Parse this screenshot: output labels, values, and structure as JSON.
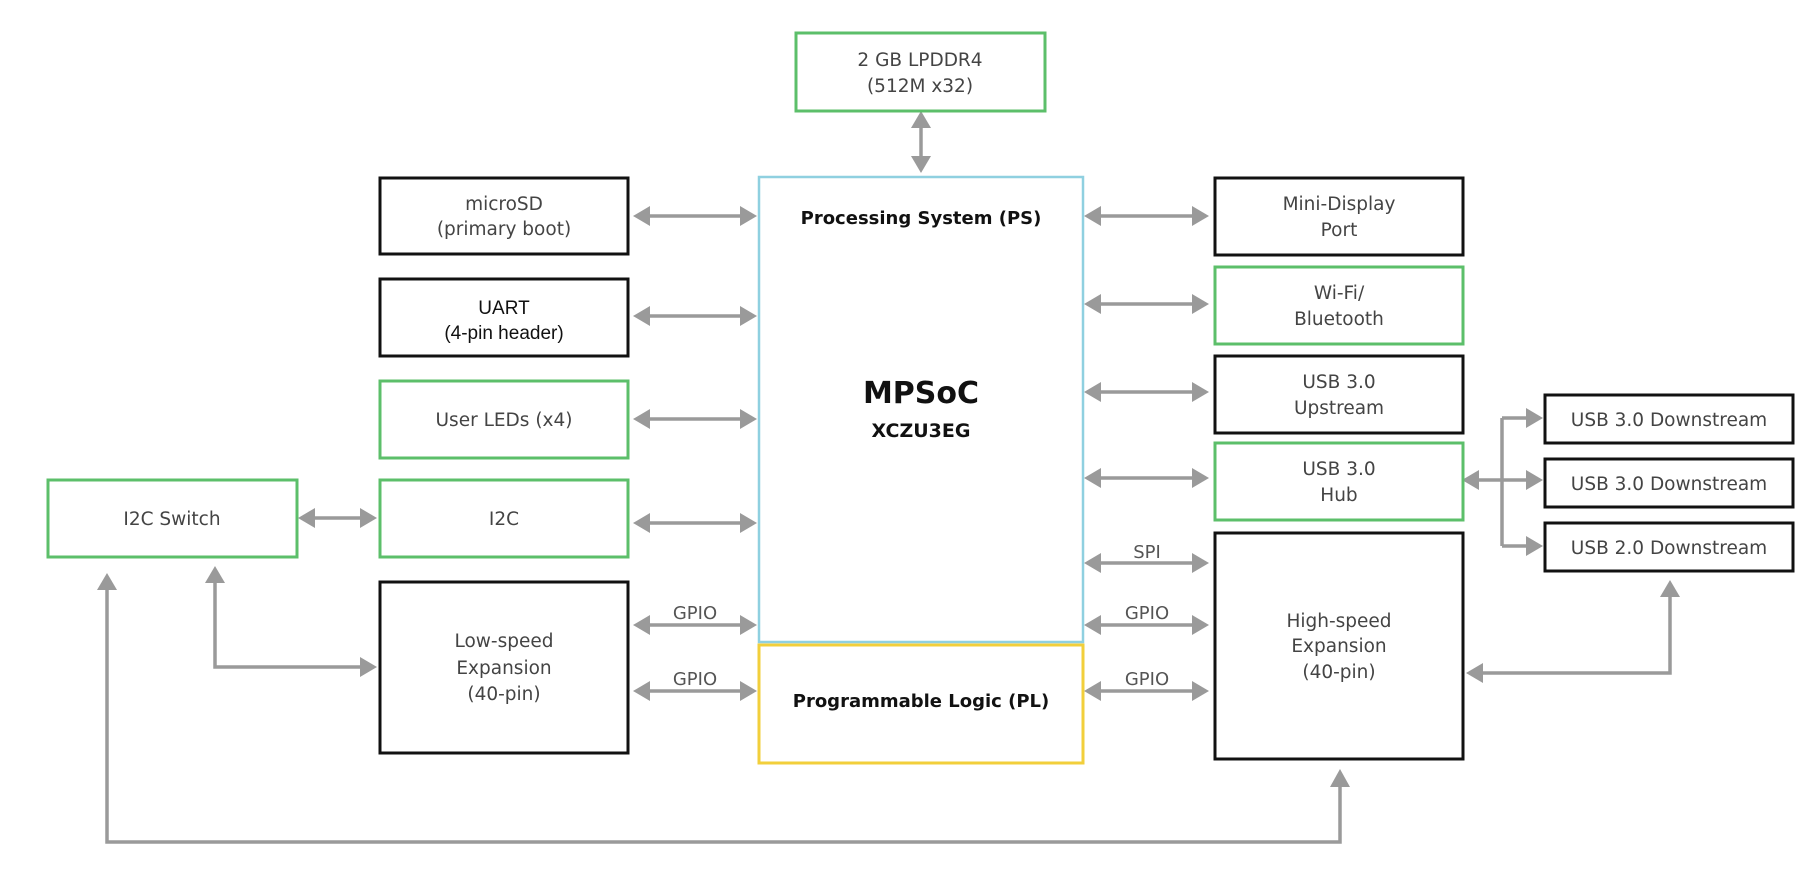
{
  "blocks": {
    "lpddr4": {
      "lines": [
        "2 GB LPDDR4",
        "(512M x32)"
      ],
      "color": "#5cbf6a"
    },
    "microsd": {
      "lines": [
        "microSD",
        "(primary boot)"
      ]
    },
    "uart": {
      "lines": [
        "UART",
        "(4-pin header)"
      ]
    },
    "user_leds": {
      "lines": [
        "User LEDs (x4)"
      ],
      "color": "#5cbf6a"
    },
    "i2c": {
      "lines": [
        "I2C"
      ],
      "color": "#5cbf6a"
    },
    "i2c_switch": {
      "lines": [
        "I2C Switch"
      ],
      "color": "#5cbf6a"
    },
    "low_speed": {
      "lines": [
        "Low-speed",
        "Expansion",
        "(40-pin)"
      ]
    },
    "ps": {
      "label": "Processing System (PS)",
      "color": "#8fd0e0"
    },
    "mpsoc": {
      "title": "MPSoC",
      "part": "XCZU3EG"
    },
    "pl": {
      "label": "Programmable Logic (PL)",
      "color": "#f2cf3b"
    },
    "mini_dp": {
      "lines": [
        "Mini-Display",
        "Port"
      ]
    },
    "wifi": {
      "lines": [
        "Wi-Fi/",
        "Bluetooth"
      ],
      "color": "#5cbf6a"
    },
    "usb_up": {
      "lines": [
        "USB 3.0",
        "Upstream"
      ]
    },
    "usb_hub": {
      "lines": [
        "USB 3.0",
        "Hub"
      ],
      "color": "#5cbf6a"
    },
    "high_speed": {
      "lines": [
        "High-speed",
        "Expansion",
        "(40-pin)"
      ]
    },
    "usb_down_1": {
      "lines": [
        "USB 3.0 Downstream"
      ]
    },
    "usb_down_2": {
      "lines": [
        "USB 3.0 Downstream"
      ]
    },
    "usb_down_3": {
      "lines": [
        "USB 2.0 Downstream"
      ]
    }
  },
  "buses": {
    "spi": "SPI",
    "gpio_ls_ps": "GPIO",
    "gpio_ls_pl": "GPIO",
    "gpio_hs_ps": "GPIO",
    "gpio_hs_pl": "GPIO"
  },
  "colors": {
    "outline": "#111111",
    "peripheral_green": "#5cbf6a",
    "ps_blue": "#8fd0e0",
    "pl_yellow": "#f2cf3b",
    "connector_gray": "#9a9a9a"
  }
}
